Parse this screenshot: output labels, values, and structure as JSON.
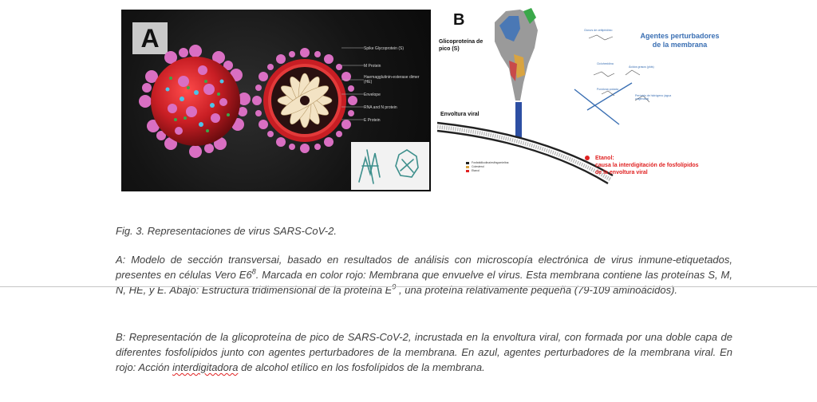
{
  "panel_a": {
    "letter": "A",
    "labels": [
      "Spike Glycoprotein (S)",
      "M Protein",
      "Haemagglutinin-esterase dimer (HE)",
      "Envelope",
      "RNA and N protein",
      "E Protein"
    ]
  },
  "panel_b": {
    "letter": "B",
    "glyco_label": "Glicoproteína de pico (S)",
    "envelope_label": "Envoltura viral",
    "agents_title": "Agentes perturbadores de la membrana",
    "etanol_line1": "Etanol:",
    "etanol_line2": "causa la interdigitación de fosfolípidos de la envoltura viral",
    "small_labels": [
      "Clorurs de cetilpiridinio",
      "Ciclohexidina",
      "Ácidos grasos (pkts)",
      "Povidona yodada",
      "Peróxido de hidrógeno (agua oxigenada)"
    ],
    "legend": [
      "Fosfatidilcolina/esfingomielina",
      "Colesterol",
      "Etanol"
    ]
  },
  "caption": {
    "title": "Fig. 3. Representaciones de virus SARS-CoV-2.",
    "a_part1": "A: Modelo de sección transversai, basado en resultados de análisis con microscopía electrónica de virus inmune-etiquetados, presentes en células Vero E6",
    "a_sup1": "8",
    "a_part2": ". Marcada en color rojo: Membrana que envuelve el virus. Esta membrana contiene las proteínas S, M, N, HE, y E. Abajo: Estructura tridimensional de la proteína E",
    "a_sup2": "9",
    "a_part3": " , una proteína relativamente pequeña (79-109 aminoácidos).",
    "b_part1": "B: Representación de la glicoproteína de pico de SARS-CoV-2, incrustada en la envoltura viral, con formada por una doble capa de diferentes fosfolípidos junto con agentes perturbadores de la membrana. En azul, agentes perturbadores de la membrana viral. En rojo: Acción ",
    "b_squiggle": "interdigitadora",
    "b_part2": " de alcohol etílico en los fosfolípidos de la membrana."
  },
  "colors": {
    "virus_red": "#c81e24",
    "spike_pink": "#d96fc2",
    "agents_blue": "#3a6fb3",
    "etanol_red": "#e02222"
  }
}
